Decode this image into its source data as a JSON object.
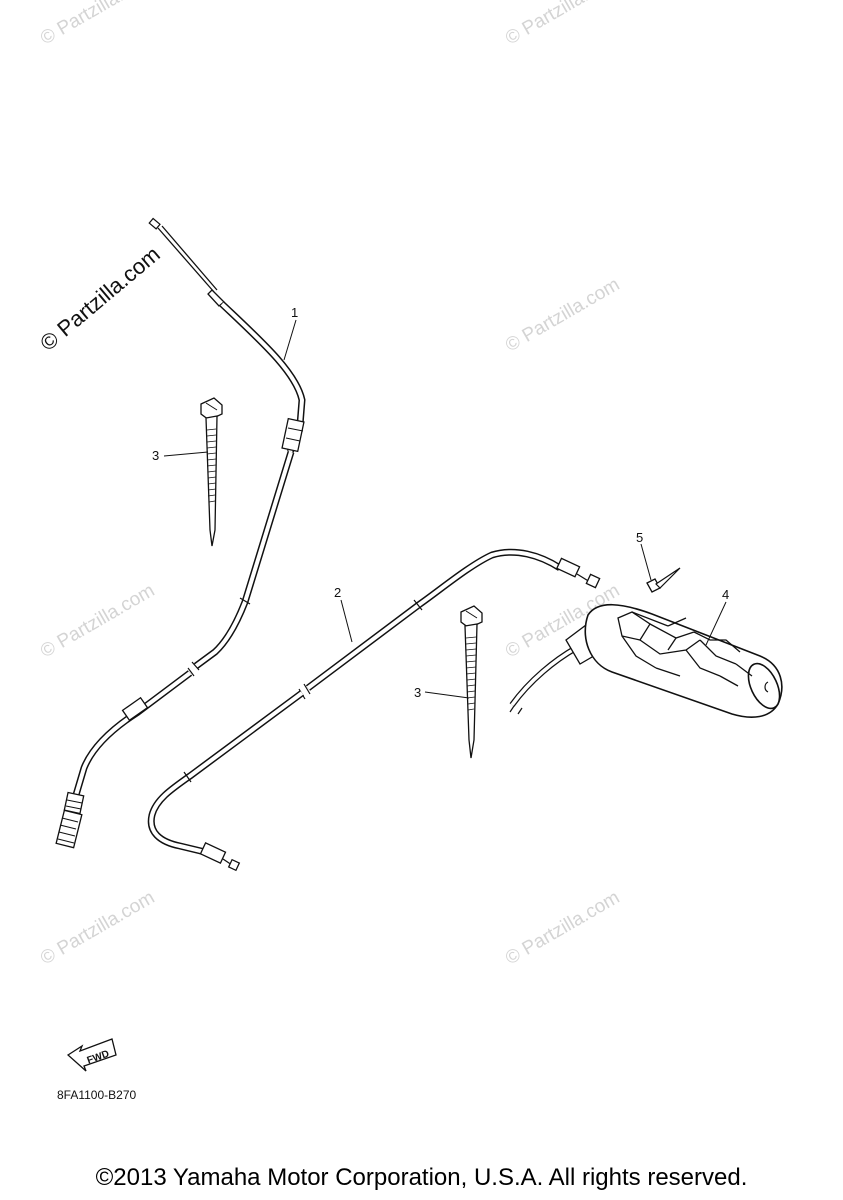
{
  "watermark": {
    "text": "© Partzilla.com",
    "prominent_text": "© Partzilla.com"
  },
  "callouts": {
    "part_1": "1",
    "part_2": "2",
    "part_3a": "3",
    "part_3b": "3",
    "part_4": "4",
    "part_5": "5"
  },
  "fwd_label": "FWD",
  "diagram_code": "8FA1100-B270",
  "copyright": "©2013 Yamaha Motor Corporation, U.S.A. All rights reserved."
}
